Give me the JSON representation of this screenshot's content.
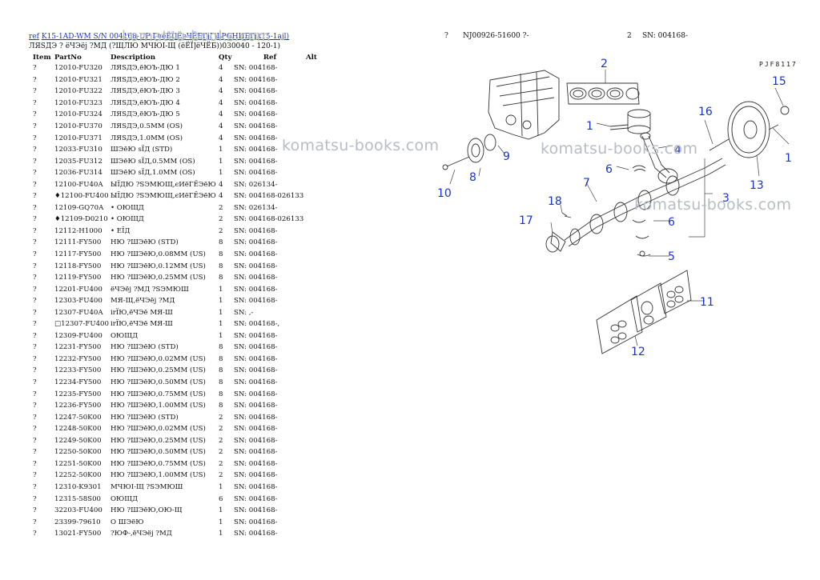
{
  "header": {
    "ref_link": "ref",
    "title_link": "K15-1AD-WM S/N 004168-UP Г¤еЁЇ]ЁеЧЁБГјГјLPGНЏБГјk15-1ajl)",
    "subtitle": "ЛЯЅДЭ ? ёЧЭёј ?МД (?ЩЛЮ МЧЮІ-Щ (ёЁЇ]ёЧЁБ))030040 - 120-1)",
    "right_q": "?",
    "part_no": "NJ00926-51600 ?-",
    "page_no": "2",
    "sn": "SN: 004168-"
  },
  "table": {
    "columns": [
      "Item",
      "PartNo",
      "Description",
      "Qty",
      "Ref",
      "Alt"
    ],
    "rows": [
      {
        "item": "?",
        "part": "12010-FU320",
        "desc": "ЛЯЅДЭ,ёЮЪ-ДЮ 1",
        "qty": "4",
        "ref": "SN: 004168-"
      },
      {
        "item": "?",
        "part": "12010-FU321",
        "desc": "ЛЯЅДЭ,ёЮЪ-ДЮ 2",
        "qty": "4",
        "ref": "SN: 004168-"
      },
      {
        "item": "?",
        "part": "12010-FU322",
        "desc": "ЛЯЅДЭ,ёЮЪ-ДЮ 3",
        "qty": "4",
        "ref": "SN: 004168-"
      },
      {
        "item": "?",
        "part": "12010-FU323",
        "desc": "ЛЯЅДЭ,ёЮЪ-ДЮ 4",
        "qty": "4",
        "ref": "SN: 004168-"
      },
      {
        "item": "?",
        "part": "12010-FU324",
        "desc": "ЛЯЅДЭ,ёЮЪ-ДЮ 5",
        "qty": "4",
        "ref": "SN: 004168-"
      },
      {
        "item": "?",
        "part": "12010-FU370",
        "desc": "ЛЯЅДЭ,0.5MM (OS)",
        "qty": "4",
        "ref": "SN: 004168-"
      },
      {
        "item": "?",
        "part": "12010-FU371",
        "desc": "ЛЯЅДЭ,1.0MM (OS)",
        "qty": "4",
        "ref": "SN: 004168-"
      },
      {
        "item": "?",
        "part": "12033-FU310",
        "desc": "ШЭёЮ sЇД (STD)",
        "qty": "1",
        "ref": "SN: 004168-"
      },
      {
        "item": "?",
        "part": "12035-FU312",
        "desc": "ШЭёЮ sЇД,0.5MM (OS)",
        "qty": "1",
        "ref": "SN: 004168-"
      },
      {
        "item": "?",
        "part": "12036-FU314",
        "desc": "ШЭёЮ sЇД,1.0MM (OS)",
        "qty": "1",
        "ref": "SN: 004168-"
      },
      {
        "item": "?",
        "part": "12100-FU40A",
        "desc": "ЫЇДЮ ?ЅЭМЮЩ,єИёГЁЭёЮ",
        "qty": "4",
        "ref": "SN: 026134-"
      },
      {
        "item": "?",
        "part": "♦12100-FU400",
        "desc": "ЫЇДЮ ?ЅЭМЮЩ,єИёГЁЭёЮ",
        "qty": "4",
        "ref": "SN: 004168-026133"
      },
      {
        "item": "?",
        "part": "12109-GQ70A",
        "desc": "• ОЮЩД",
        "qty": "2",
        "ref": "SN: 026134-"
      },
      {
        "item": "?",
        "part": "♦12109-D0210",
        "desc": "• ОЮЩД",
        "qty": "2",
        "ref": "SN: 004168-026133"
      },
      {
        "item": "?",
        "part": "12112-H1000",
        "desc": "• ЕЇД",
        "qty": "2",
        "ref": "SN: 004168-"
      },
      {
        "item": "?",
        "part": "12111-FY500",
        "desc": "НЮ ?ШЭёЮ (STD)",
        "qty": "8",
        "ref": "SN: 004168-"
      },
      {
        "item": "?",
        "part": "12117-FY500",
        "desc": "НЮ ?ШЭёЮ,0.08MM (US)",
        "qty": "8",
        "ref": "SN: 004168-"
      },
      {
        "item": "?",
        "part": "12118-FY500",
        "desc": "НЮ ?ШЭёЮ,0.12MM (US)",
        "qty": "8",
        "ref": "SN: 004168-"
      },
      {
        "item": "?",
        "part": "12119-FY500",
        "desc": "НЮ ?ШЭёЮ,0.25MM (US)",
        "qty": "8",
        "ref": "SN: 004168-"
      },
      {
        "item": "?",
        "part": "12201-FU400",
        "desc": "ёЧЭёј ?МД ?ЅЭМЮШ",
        "qty": "1",
        "ref": "SN: 004168-"
      },
      {
        "item": "?",
        "part": "12303-FU400",
        "desc": "МЯ-Щ,ёЧЭёј ?МД",
        "qty": "1",
        "ref": "SN: 004168-"
      },
      {
        "item": "?",
        "part": "12307-FU40A",
        "desc": "іrЇЮ,ёЧЭё МЯ-Ш",
        "qty": "1",
        "ref": "SN: ,-"
      },
      {
        "item": "?",
        "part": "□12307-FU400",
        "desc": "іrЇЮ,ёЧЭё МЯ-Ш",
        "qty": "1",
        "ref": "SN: 004168-,"
      },
      {
        "item": "?",
        "part": "12309-FU400",
        "desc": "ОЮЩД",
        "qty": "1",
        "ref": "SN: 004168-"
      },
      {
        "item": "?",
        "part": "12231-FY500",
        "desc": "НЮ ?ШЭёЮ (STD)",
        "qty": "8",
        "ref": "SN: 004168-"
      },
      {
        "item": "?",
        "part": "12232-FY500",
        "desc": "НЮ ?ШЭёЮ,0.02MM (US)",
        "qty": "8",
        "ref": "SN: 004168-"
      },
      {
        "item": "?",
        "part": "12233-FY500",
        "desc": "НЮ ?ШЭёЮ,0.25MM (US)",
        "qty": "8",
        "ref": "SN: 004168-"
      },
      {
        "item": "?",
        "part": "12234-FY500",
        "desc": "НЮ ?ШЭёЮ,0.50MM (US)",
        "qty": "8",
        "ref": "SN: 004168-"
      },
      {
        "item": "?",
        "part": "12235-FY500",
        "desc": "НЮ ?ШЭёЮ,0.75MM (US)",
        "qty": "8",
        "ref": "SN: 004168-"
      },
      {
        "item": "?",
        "part": "12236-FY500",
        "desc": "НЮ ?ШЭёЮ,1.00MM (US)",
        "qty": "8",
        "ref": "SN: 004168-"
      },
      {
        "item": "?",
        "part": "12247-50K00",
        "desc": "НЮ ?ШЭёЮ (STD)",
        "qty": "2",
        "ref": "SN: 004168-"
      },
      {
        "item": "?",
        "part": "12248-50K00",
        "desc": "НЮ ?ШЭёЮ,0.02MM (US)",
        "qty": "2",
        "ref": "SN: 004168-"
      },
      {
        "item": "?",
        "part": "12249-50K00",
        "desc": "НЮ ?ШЭёЮ,0.25MM (US)",
        "qty": "2",
        "ref": "SN: 004168-"
      },
      {
        "item": "?",
        "part": "12250-50K00",
        "desc": "НЮ ?ШЭёЮ,0.50MM (US)",
        "qty": "2",
        "ref": "SN: 004168-"
      },
      {
        "item": "?",
        "part": "12251-50K00",
        "desc": "НЮ ?ШЭёЮ,0.75MM (US)",
        "qty": "2",
        "ref": "SN: 004168-"
      },
      {
        "item": "?",
        "part": "12252-50K00",
        "desc": "НЮ ?ШЭёЮ,1.00MM (US)",
        "qty": "2",
        "ref": "SN: 004168-"
      },
      {
        "item": "?",
        "part": "12310-K9301",
        "desc": "МЧЮІ-Щ ?ЅЭМЮШ",
        "qty": "1",
        "ref": "SN: 004168-"
      },
      {
        "item": "?",
        "part": "12315-58S00",
        "desc": "ОЮЩД",
        "qty": "6",
        "ref": "SN: 004168-"
      },
      {
        "item": "?",
        "part": "32203-FU400",
        "desc": "НЮ ?ШЭёЮ,ОЮ-Щ",
        "qty": "1",
        "ref": "SN: 004168-"
      },
      {
        "item": "?",
        "part": "23399-79610",
        "desc": "О ШЭёЮ",
        "qty": "1",
        "ref": "SN: 004168-"
      },
      {
        "item": "?",
        "part": "13021-FY500",
        "desc": "?ЮФ-,ёЧЭёј ?МД",
        "qty": "1",
        "ref": "SN: 004168-"
      }
    ]
  },
  "watermark": {
    "text": "komatsu-books.com",
    "color": "#b8bcc4"
  },
  "diagram": {
    "code": "PJF8117",
    "callouts": [
      "1",
      "2",
      "3",
      "4",
      "5",
      "6",
      "7",
      "8",
      "9",
      "10",
      "11",
      "12",
      "13",
      "15",
      "16",
      "17",
      "18",
      "1",
      "6"
    ],
    "accent": "#1a33cc"
  }
}
